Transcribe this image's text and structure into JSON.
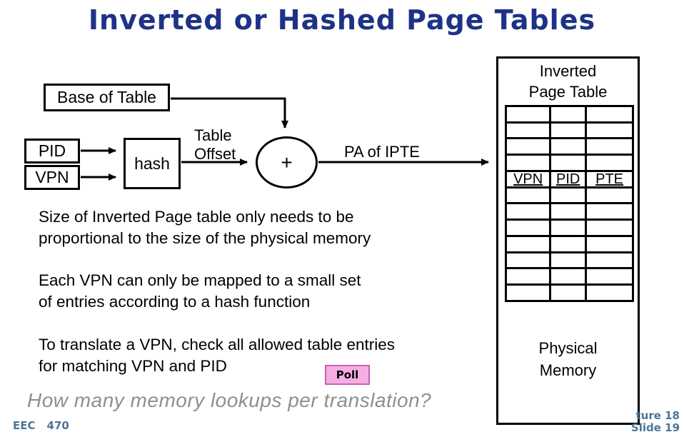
{
  "slide": {
    "title": "Inverted or Hashed Page Tables",
    "colors": {
      "title_text": "#1e3287",
      "footer_text": "#4e7596",
      "question_text": "#8f8f8f",
      "poll_background": "#f5aee3",
      "poll_border": "#c95fb0",
      "diagram_lines": "#000000"
    }
  },
  "diagram": {
    "base_of_table_label": "Base of Table",
    "pid_label": "PID",
    "vpn_label": "VPN",
    "hash_label": "hash",
    "table_offset_line1": "Table",
    "table_offset_line2": "Offset",
    "adder_label": "+",
    "pa_of_ipte_label": "PA of IPTE"
  },
  "inverted_page_table": {
    "title_line1": "Inverted",
    "title_line2": "Page Table",
    "header": [
      "VPN",
      "PID",
      "PTE"
    ],
    "rows_above_header": 4,
    "rows_below_header": 7,
    "container_label_line1": "Physical",
    "container_label_line2": "Memory"
  },
  "body": {
    "para1_line1": "Size of Inverted Page table only needs to be",
    "para1_line2": "proportional to the size of the physical memory",
    "para2_line1": "Each VPN can only be mapped to a small set",
    "para2_line2": "of entries according to a hash function",
    "para3_line1": "To translate a VPN, check all allowed table entries",
    "para3_line2": "for matching VPN and PID",
    "question": "How many memory lookups per translation?"
  },
  "poll": {
    "label": "Poll"
  },
  "footer": {
    "course_code": "EEC",
    "course_number": "470",
    "lecture_ref": "ture 18",
    "slide_ref": "Slide 19"
  }
}
